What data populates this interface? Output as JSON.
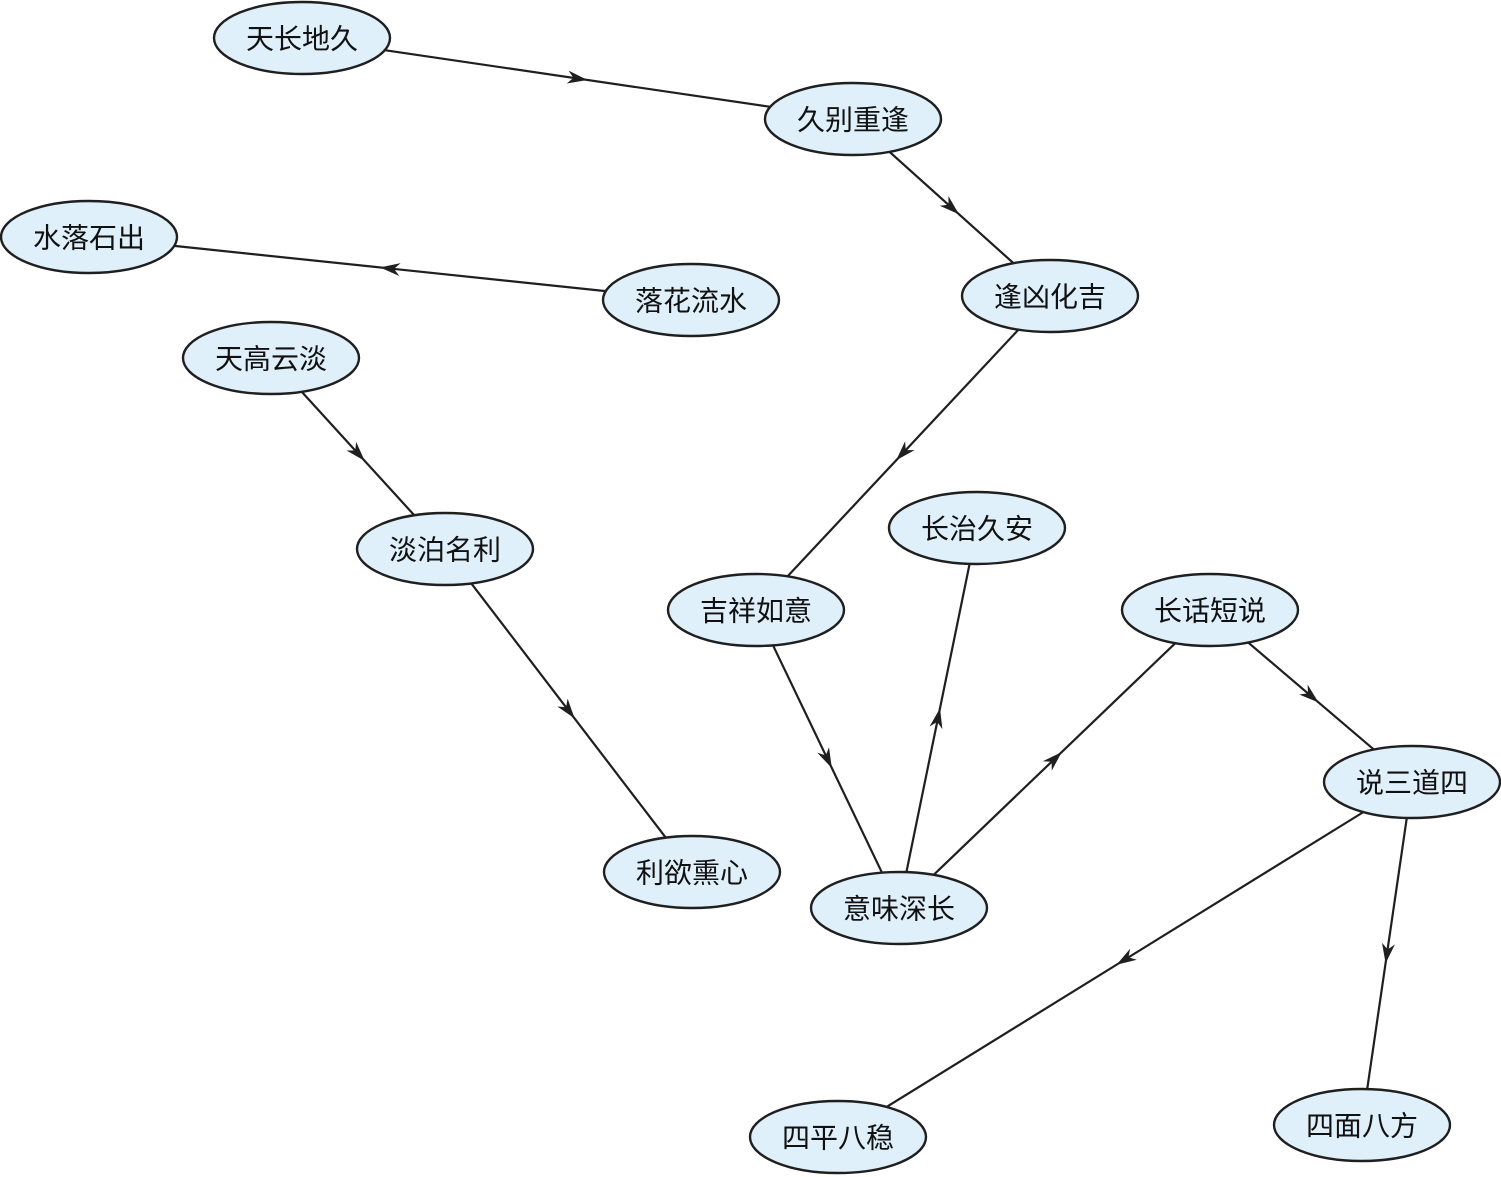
{
  "nodes": [
    {
      "id": "n1",
      "label": "天长地久"
    },
    {
      "id": "n2",
      "label": "久别重逢"
    },
    {
      "id": "n3",
      "label": "水落石出"
    },
    {
      "id": "n4",
      "label": "落花流水"
    },
    {
      "id": "n5",
      "label": "逢凶化吉"
    },
    {
      "id": "n6",
      "label": "天高云淡"
    },
    {
      "id": "n7",
      "label": "淡泊名利"
    },
    {
      "id": "n8",
      "label": "长治久安"
    },
    {
      "id": "n9",
      "label": "吉祥如意"
    },
    {
      "id": "n10",
      "label": "长话短说"
    },
    {
      "id": "n11",
      "label": "说三道四"
    },
    {
      "id": "n12",
      "label": "利欲熏心"
    },
    {
      "id": "n13",
      "label": "意味深长"
    },
    {
      "id": "n14",
      "label": "四平八稳"
    },
    {
      "id": "n15",
      "label": "四面八方"
    }
  ],
  "edges": [
    {
      "from": "n1",
      "to": "n2"
    },
    {
      "from": "n2",
      "to": "n5"
    },
    {
      "from": "n4",
      "to": "n3"
    },
    {
      "from": "n5",
      "to": "n9"
    },
    {
      "from": "n6",
      "to": "n7"
    },
    {
      "from": "n7",
      "to": "n12"
    },
    {
      "from": "n9",
      "to": "n13"
    },
    {
      "from": "n13",
      "to": "n8"
    },
    {
      "from": "n13",
      "to": "n10"
    },
    {
      "from": "n10",
      "to": "n11"
    },
    {
      "from": "n11",
      "to": "n14"
    },
    {
      "from": "n11",
      "to": "n15"
    }
  ],
  "colors": {
    "node_fill": "#dff0fb",
    "stroke": "#1f1f1f",
    "text": "#111111"
  }
}
